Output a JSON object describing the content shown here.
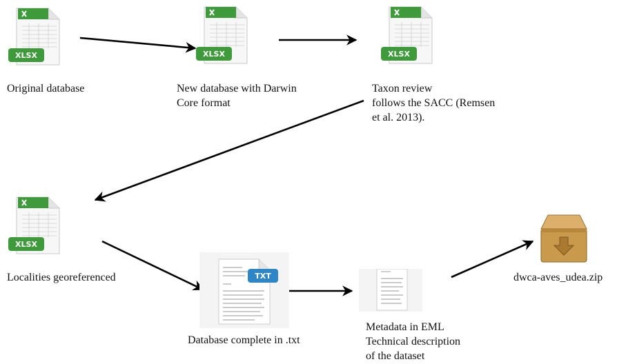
{
  "steps": {
    "original": {
      "label": "Original database",
      "file_badge": "XLSX"
    },
    "darwin_core": {
      "label_line1": "New database with Darwin",
      "label_line2": "Core format",
      "file_badge": "XLSX"
    },
    "taxon_review": {
      "label_line1": "Taxon review",
      "label_line2": "follows the SACC (Remsen",
      "label_line3": "et al. 2013).",
      "file_badge": "XLSX"
    },
    "georeferenced": {
      "label": "Localities georeferenced",
      "file_badge": "XLSX"
    },
    "txt_complete": {
      "label": "Database complete in .txt",
      "file_badge": "TXT"
    },
    "metadata": {
      "label_line1": "Metadata in EML",
      "label_line2": "Technical description",
      "label_line3": "of the dataset"
    },
    "archive": {
      "label": "dwca-aves_udea.zip"
    }
  },
  "colors": {
    "xlsx_green": "#3e9a3a",
    "txt_blue": "#2f86c6",
    "box_tan": "#c99a4c",
    "arrow": "#000000"
  },
  "icons": {
    "spreadsheet": "xlsx-file-icon",
    "text_file": "txt-file-icon",
    "document": "document-icon",
    "package": "package-download-icon"
  }
}
